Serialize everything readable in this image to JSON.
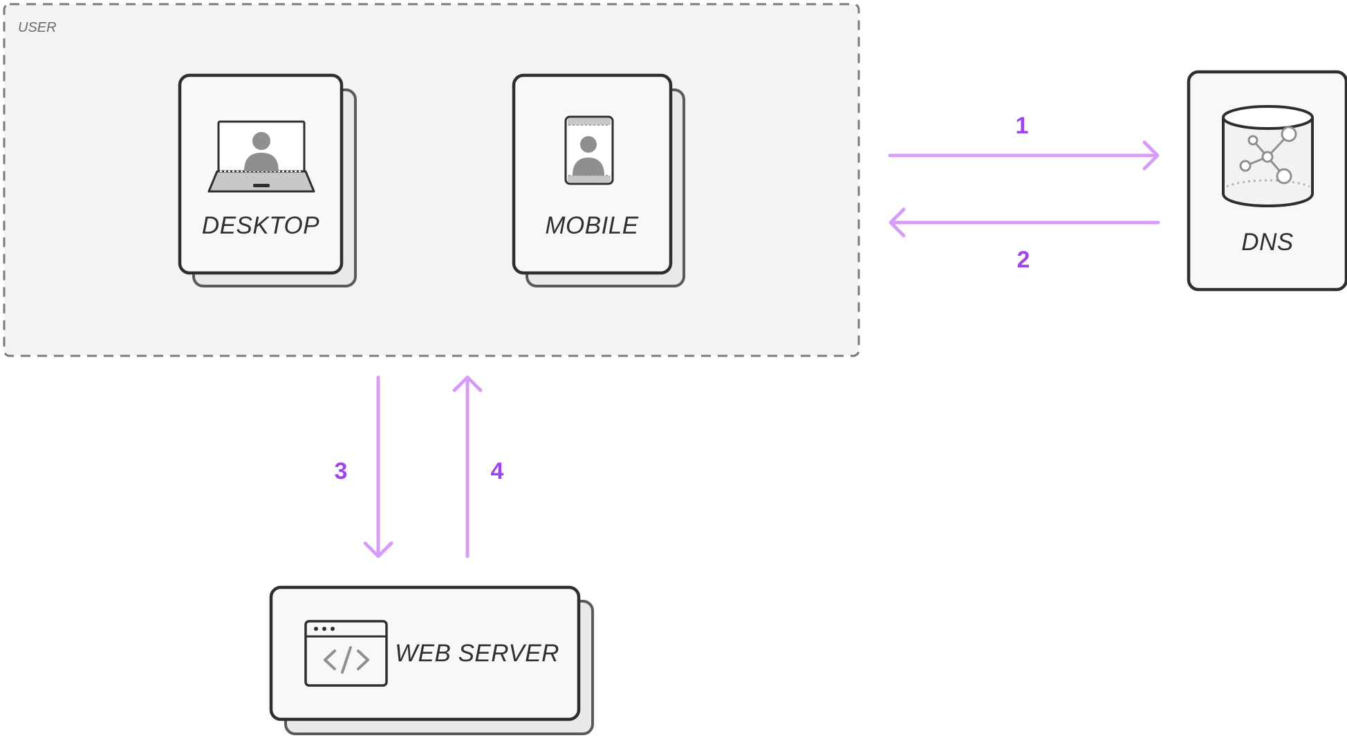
{
  "group": {
    "label": "USER"
  },
  "nodes": {
    "desktop": {
      "label": "DESKTOP",
      "icon": "laptop-user-icon"
    },
    "mobile": {
      "label": "MOBILE",
      "icon": "phone-user-icon"
    },
    "dns": {
      "label": "DNS",
      "icon": "database-network-icon"
    },
    "web_server": {
      "label": "WEB SERVER",
      "icon": "browser-code-icon"
    }
  },
  "steps": {
    "step_1": "1",
    "step_2": "2",
    "step_3": "3",
    "step_4": "4"
  },
  "colors": {
    "arrow": "#d79cf7",
    "step_text": "#9b45ea",
    "card_fill": "#f7f8f8",
    "card_border": "#2e2e2e",
    "shadow_fill": "#e9e9e9",
    "shadow_border": "#5a5a5a",
    "group_fill": "#f3f3f3",
    "group_border": "#7a7a7a",
    "icon_gray": "#8f8f8f"
  }
}
